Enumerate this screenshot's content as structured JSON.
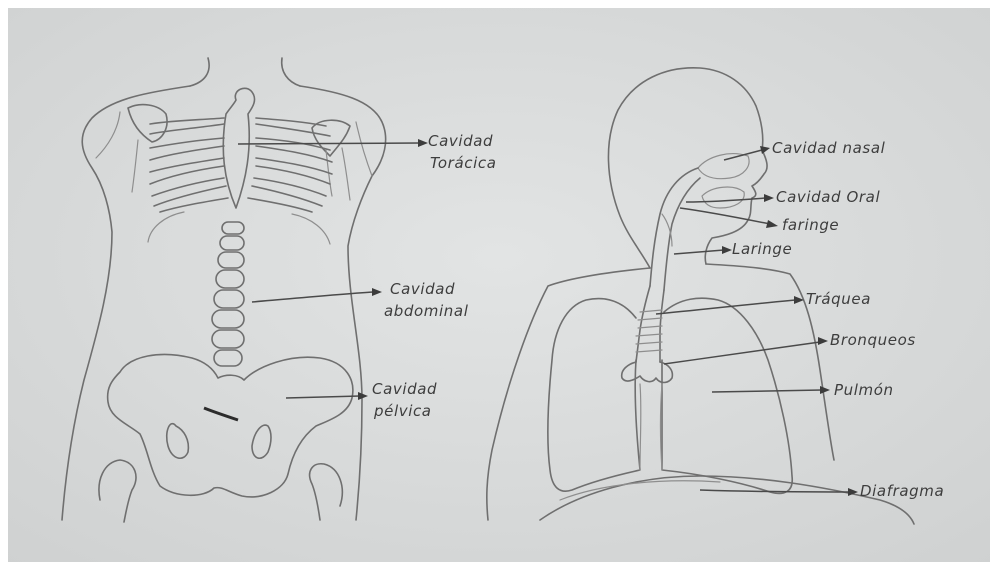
{
  "colors": {
    "paper": "#dddfe0",
    "pencil": "#6f6f6f",
    "ink": "#3d3d3d"
  },
  "left_figure": {
    "labels": {
      "toracica_line1": "Cavidad",
      "toracica_line2": "Torácica",
      "abdominal_line1": "Cavidad",
      "abdominal_line2": "abdominal",
      "pelvica_line1": "Cavidad",
      "pelvica_line2": "pélvica"
    }
  },
  "right_figure": {
    "labels": {
      "nasal": "Cavidad nasal",
      "oral": "Cavidad Oral",
      "faringe": "faringe",
      "laringe": "Laringe",
      "traquea": "Tráquea",
      "bronqueos": "Bronqueos",
      "pulmon": "Pulmón",
      "diafragma": "Diafragma"
    }
  }
}
